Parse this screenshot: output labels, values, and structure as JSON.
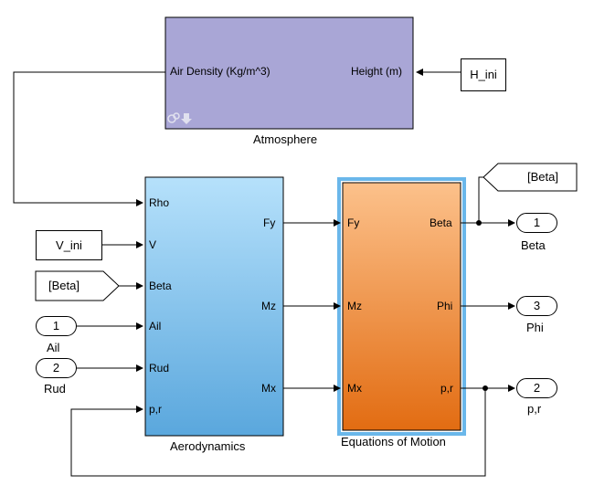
{
  "atmosphere": {
    "name": "Atmosphere",
    "in_port": "Height (m)",
    "out_port": "Air Density (Kg/m^3)",
    "color": "#a9a6d6"
  },
  "aerodynamics": {
    "name": "Aerodynamics",
    "in_ports": [
      "Rho",
      "V",
      "Beta",
      "Ail",
      "Rud",
      "p,r"
    ],
    "out_ports": [
      "Fy",
      "Mz",
      "Mx"
    ],
    "color_top": "#b6e1fb",
    "color_bottom": "#5aa7dd"
  },
  "eom": {
    "name": "Equations of Motion",
    "in_ports": [
      "Fy",
      "Mz",
      "Mx"
    ],
    "out_ports": [
      "Beta",
      "Phi",
      "p,r"
    ],
    "color_top": "#fcc18b",
    "color_bottom": "#e26c12",
    "highlight": "#6ab7ea"
  },
  "constants": {
    "h_ini": "H_ini",
    "v_ini": "V_ini"
  },
  "goto_tag": "[Beta]",
  "from_tag": "[Beta]",
  "inports": [
    {
      "num": "1",
      "label": "Ail"
    },
    {
      "num": "2",
      "label": "Rud"
    }
  ],
  "outports": [
    {
      "num": "1",
      "label": "Beta"
    },
    {
      "num": "3",
      "label": "Phi"
    },
    {
      "num": "2",
      "label": "p,r"
    }
  ]
}
